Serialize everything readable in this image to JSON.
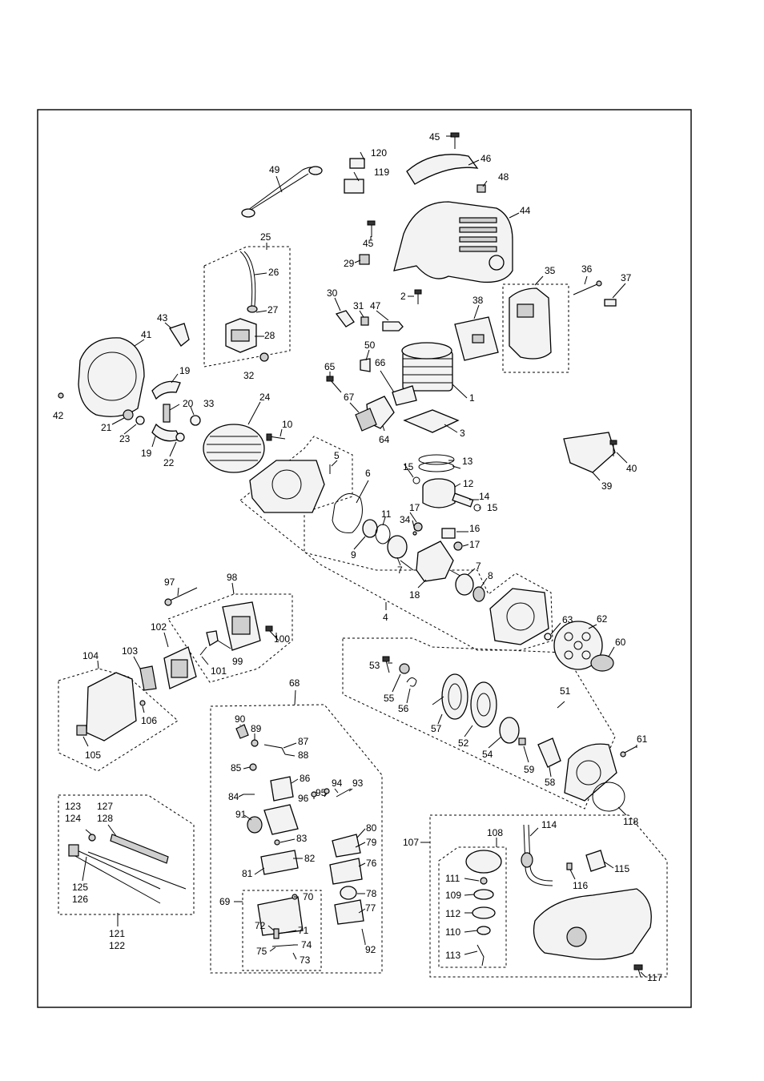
{
  "labels": [
    {
      "id": "p1",
      "text": "1"
    },
    {
      "id": "p2",
      "text": "2"
    },
    {
      "id": "p3",
      "text": "3"
    },
    {
      "id": "p4",
      "text": "4"
    },
    {
      "id": "p5",
      "text": "5"
    },
    {
      "id": "p6",
      "text": "6"
    },
    {
      "id": "p7a",
      "text": "7"
    },
    {
      "id": "p7b",
      "text": "7"
    },
    {
      "id": "p8",
      "text": "8"
    },
    {
      "id": "p9",
      "text": "9"
    },
    {
      "id": "p10",
      "text": "10"
    },
    {
      "id": "p11",
      "text": "11"
    },
    {
      "id": "p12",
      "text": "12"
    },
    {
      "id": "p13",
      "text": "13"
    },
    {
      "id": "p14",
      "text": "14"
    },
    {
      "id": "p15a",
      "text": "15"
    },
    {
      "id": "p15b",
      "text": "15"
    },
    {
      "id": "p16",
      "text": "16"
    },
    {
      "id": "p17a",
      "text": "17"
    },
    {
      "id": "p17b",
      "text": "17"
    },
    {
      "id": "p18",
      "text": "18"
    },
    {
      "id": "p19a",
      "text": "19"
    },
    {
      "id": "p19b",
      "text": "19"
    },
    {
      "id": "p20",
      "text": "20"
    },
    {
      "id": "p21",
      "text": "21"
    },
    {
      "id": "p22",
      "text": "22"
    },
    {
      "id": "p23",
      "text": "23"
    },
    {
      "id": "p24",
      "text": "24"
    },
    {
      "id": "p25",
      "text": "25"
    },
    {
      "id": "p26",
      "text": "26"
    },
    {
      "id": "p27",
      "text": "27"
    },
    {
      "id": "p28",
      "text": "28"
    },
    {
      "id": "p29",
      "text": "29"
    },
    {
      "id": "p30",
      "text": "30"
    },
    {
      "id": "p31",
      "text": "31"
    },
    {
      "id": "p32",
      "text": "32"
    },
    {
      "id": "p33",
      "text": "33"
    },
    {
      "id": "p34",
      "text": "34"
    },
    {
      "id": "p35",
      "text": "35"
    },
    {
      "id": "p36",
      "text": "36"
    },
    {
      "id": "p37",
      "text": "37"
    },
    {
      "id": "p38",
      "text": "38"
    },
    {
      "id": "p39",
      "text": "39"
    },
    {
      "id": "p40",
      "text": "40"
    },
    {
      "id": "p41",
      "text": "41"
    },
    {
      "id": "p42",
      "text": "42"
    },
    {
      "id": "p43",
      "text": "43"
    },
    {
      "id": "p44",
      "text": "44"
    },
    {
      "id": "p45a",
      "text": "45"
    },
    {
      "id": "p45b",
      "text": "45"
    },
    {
      "id": "p46",
      "text": "46"
    },
    {
      "id": "p47",
      "text": "47"
    },
    {
      "id": "p48",
      "text": "48"
    },
    {
      "id": "p49",
      "text": "49"
    },
    {
      "id": "p50",
      "text": "50"
    },
    {
      "id": "p51",
      "text": "51"
    },
    {
      "id": "p52",
      "text": "52"
    },
    {
      "id": "p53",
      "text": "53"
    },
    {
      "id": "p54",
      "text": "54"
    },
    {
      "id": "p55",
      "text": "55"
    },
    {
      "id": "p56",
      "text": "56"
    },
    {
      "id": "p57",
      "text": "57"
    },
    {
      "id": "p58",
      "text": "58"
    },
    {
      "id": "p59",
      "text": "59"
    },
    {
      "id": "p60",
      "text": "60"
    },
    {
      "id": "p61",
      "text": "61"
    },
    {
      "id": "p62",
      "text": "62"
    },
    {
      "id": "p63",
      "text": "63"
    },
    {
      "id": "p64",
      "text": "64"
    },
    {
      "id": "p65",
      "text": "65"
    },
    {
      "id": "p66",
      "text": "66"
    },
    {
      "id": "p67",
      "text": "67"
    },
    {
      "id": "p68",
      "text": "68"
    },
    {
      "id": "p69",
      "text": "69"
    },
    {
      "id": "p70",
      "text": "70"
    },
    {
      "id": "p71",
      "text": "71"
    },
    {
      "id": "p72",
      "text": "72"
    },
    {
      "id": "p73",
      "text": "73"
    },
    {
      "id": "p74",
      "text": "74"
    },
    {
      "id": "p75",
      "text": "75"
    },
    {
      "id": "p76",
      "text": "76"
    },
    {
      "id": "p77",
      "text": "77"
    },
    {
      "id": "p78",
      "text": "78"
    },
    {
      "id": "p79",
      "text": "79"
    },
    {
      "id": "p80",
      "text": "80"
    },
    {
      "id": "p81",
      "text": "81"
    },
    {
      "id": "p82",
      "text": "82"
    },
    {
      "id": "p83",
      "text": "83"
    },
    {
      "id": "p84",
      "text": "84"
    },
    {
      "id": "p85",
      "text": "85"
    },
    {
      "id": "p86",
      "text": "86"
    },
    {
      "id": "p87",
      "text": "87"
    },
    {
      "id": "p88",
      "text": "88"
    },
    {
      "id": "p89",
      "text": "89"
    },
    {
      "id": "p90",
      "text": "90"
    },
    {
      "id": "p91",
      "text": "91"
    },
    {
      "id": "p92",
      "text": "92"
    },
    {
      "id": "p93",
      "text": "93"
    },
    {
      "id": "p94",
      "text": "94"
    },
    {
      "id": "p95",
      "text": "95"
    },
    {
      "id": "p96",
      "text": "96"
    },
    {
      "id": "p97",
      "text": "97"
    },
    {
      "id": "p98",
      "text": "98"
    },
    {
      "id": "p99",
      "text": "99"
    },
    {
      "id": "p100",
      "text": "100"
    },
    {
      "id": "p101",
      "text": "101"
    },
    {
      "id": "p102",
      "text": "102"
    },
    {
      "id": "p103",
      "text": "103"
    },
    {
      "id": "p104",
      "text": "104"
    },
    {
      "id": "p105",
      "text": "105"
    },
    {
      "id": "p106",
      "text": "106"
    },
    {
      "id": "p107",
      "text": "107"
    },
    {
      "id": "p108",
      "text": "108"
    },
    {
      "id": "p109",
      "text": "109"
    },
    {
      "id": "p110",
      "text": "110"
    },
    {
      "id": "p111",
      "text": "111"
    },
    {
      "id": "p112",
      "text": "112"
    },
    {
      "id": "p113",
      "text": "113"
    },
    {
      "id": "p114",
      "text": "114"
    },
    {
      "id": "p115",
      "text": "115"
    },
    {
      "id": "p116",
      "text": "116"
    },
    {
      "id": "p117",
      "text": "117"
    },
    {
      "id": "p118",
      "text": "118"
    },
    {
      "id": "p119",
      "text": "119"
    },
    {
      "id": "p120",
      "text": "120"
    },
    {
      "id": "p121",
      "text": "121"
    },
    {
      "id": "p122",
      "text": "122"
    },
    {
      "id": "p123",
      "text": "123"
    },
    {
      "id": "p124",
      "text": "124"
    },
    {
      "id": "p125",
      "text": "125"
    },
    {
      "id": "p126",
      "text": "126"
    },
    {
      "id": "p127",
      "text": "127"
    },
    {
      "id": "p128",
      "text": "128"
    }
  ]
}
